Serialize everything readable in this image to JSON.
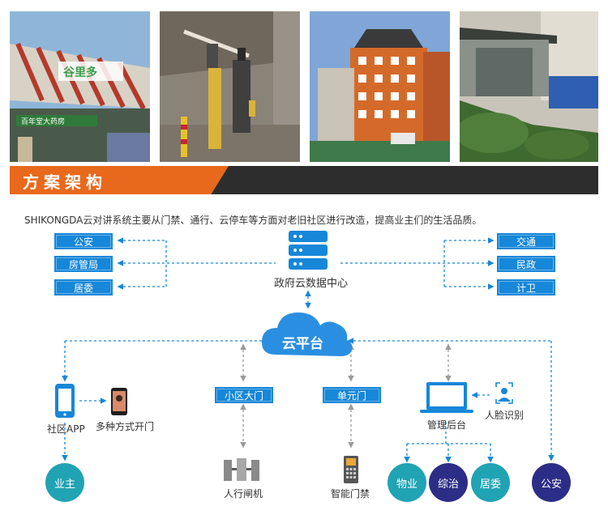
{
  "banner": {
    "title": "方案架构"
  },
  "intro": "SHIKONGDA云对讲系统主要从门禁、通行、云停车等方面对老旧社区进行改造，提高业主们的生活品质。",
  "photos": {
    "store_sign": "百年堂大药房",
    "store_brand": "谷里多"
  },
  "left_tags": [
    "公安",
    "房管局",
    "居委"
  ],
  "right_tags": [
    "交通",
    "民政",
    "计卫"
  ],
  "data_center_label": "政府云数据中心",
  "cloud_label": "云平台",
  "gates": {
    "community_gate": "小区大门",
    "unit_gate": "单元门"
  },
  "labels": {
    "app": "社区APP",
    "multi_open": "多种方式开门",
    "backend": "管理后台",
    "face": "人脸识别",
    "turnstile": "人行闸机",
    "smart_lock": "智能门禁"
  },
  "circles": {
    "owner": "业主",
    "property": "物业",
    "security_gov": "综治",
    "committee": "居委",
    "police": "公安"
  },
  "colors": {
    "accent_blue": "#1687d9",
    "orange": "#e8691c",
    "teal": "#20a3b3",
    "navy": "#2c2d86",
    "banner_dark": "#2d2d2d"
  }
}
